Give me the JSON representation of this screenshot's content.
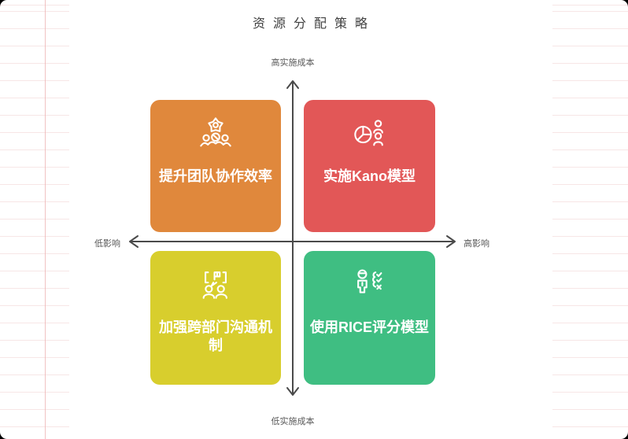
{
  "title": "资源分配策略",
  "axes": {
    "top_label": "高实施成本",
    "bottom_label": "低实施成本",
    "left_label": "低影响",
    "right_label": "高影响",
    "line_color": "#4a4a4a",
    "label_color": "#585858"
  },
  "quadrants": [
    {
      "position": "top-left",
      "label": "提升团队协作效率",
      "icon": "team-collaboration-icon",
      "color": "#e0883c"
    },
    {
      "position": "top-right",
      "label": "实施Kano模型",
      "icon": "pie-chart-people-icon",
      "color": "#e25757"
    },
    {
      "position": "bottom-left",
      "label": "加强跨部门沟通机制",
      "icon": "chat-bubble-people-icon",
      "color": "#d8ce2d"
    },
    {
      "position": "bottom-right",
      "label": "使用RICE评分模型",
      "icon": "person-checklist-icon",
      "color": "#3fbe82"
    }
  ],
  "canvas": {
    "background_color": "#ffffff",
    "grid_line_color": "#f2d6d6",
    "grid_accent_line_color": "#eeb4b4"
  }
}
